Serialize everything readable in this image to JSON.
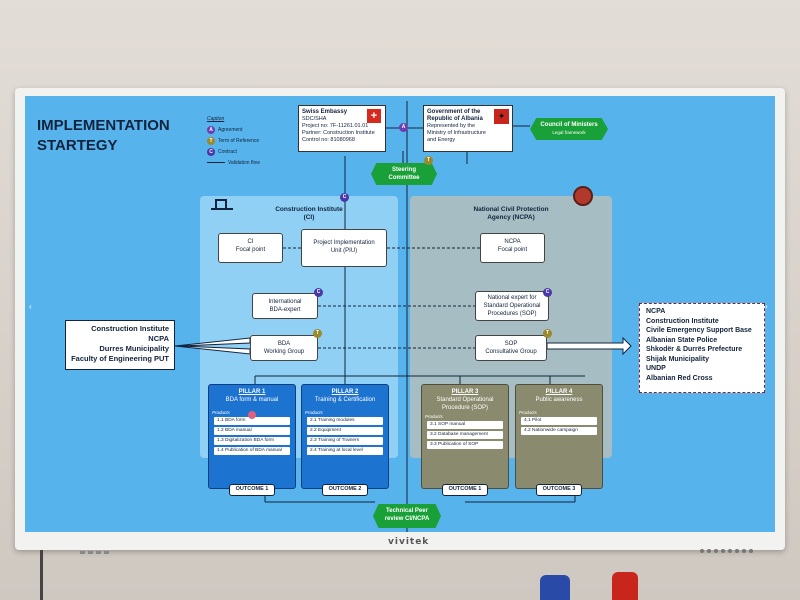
{
  "slide": {
    "title_line1": "IMPLEMENTATION",
    "title_line2": "STARTEGY"
  },
  "caption": {
    "title": "Caption",
    "agreement": "Agreement",
    "term_of_reference": "Term of Reference",
    "contract": "Contract",
    "validation_flow": "Validation flow",
    "letters": {
      "a": "A",
      "t": "T",
      "c": "C"
    }
  },
  "swiss_embassy": {
    "title": "Swiss Embassy",
    "line1": "SDC/SHA",
    "line2": "Project no: 7F-11261.01.01",
    "line3": "Partner: Construction Institute",
    "line4": "Control no: 81080968"
  },
  "government": {
    "title1": "Government of the",
    "title2": "Republic of Albania",
    "line1": "Represented by the",
    "line2": "Ministry of Infrastructure",
    "line3": "and Energy"
  },
  "council": {
    "title": "Council of Ministers",
    "sub": "Legal framework"
  },
  "steering": {
    "line1": "Steering",
    "line2": "Committee"
  },
  "ci_panel": {
    "title1": "Construction Institute",
    "title2": "(CI)"
  },
  "ncpa_panel": {
    "title1": "National Civil Protection",
    "title2": "Agency (NCPA)"
  },
  "ci_focal": {
    "line1": "CI",
    "line2": "Focal point"
  },
  "piu": {
    "line1": "Project Implementation",
    "line2": "Unit (PIU)"
  },
  "ncpa_focal": {
    "line1": "NCPA",
    "line2": "Focal point"
  },
  "bda_expert": {
    "line1": "International",
    "line2": "BDA-expert"
  },
  "sop_expert": {
    "line1": "National expert for",
    "line2": "Standard Operational",
    "line3": "Procedures (SOP)"
  },
  "bda_group": {
    "line1": "BDA",
    "line2": "Working Group"
  },
  "sop_group": {
    "line1": "SOP",
    "line2": "Consultative Group"
  },
  "left_stakeholders": [
    "Construction Institute",
    "NCPA",
    "Durres Municipality",
    "Faculty of Engineering PUT"
  ],
  "right_stakeholders": [
    "NCPA",
    "Construction Institute",
    "Civile Emergency Support Base",
    "Albanian State Police",
    "Shkodër & Durrës Prefecture",
    "Shijak Municipality",
    "UNDP",
    "Albanian Red Cross"
  ],
  "pillars": [
    {
      "head": "PILLAR 1",
      "name1": "BDA form & manual",
      "name2": "",
      "products_label": "Products",
      "items": [
        "1.1 BDA form",
        "1.2 BDA manual",
        "1.3 Digitalization BDA form",
        "1.4 Publication of BDA manual"
      ],
      "outcome": "OUTCOME 1"
    },
    {
      "head": "PILLAR 2",
      "name1": "Training & Certification",
      "name2": "",
      "products_label": "Products",
      "items": [
        "2.1 Training modules",
        "2.2 Equipment",
        "2.3 Training of Trainers",
        "2.4 Training at local level"
      ],
      "outcome": "OUTCOME 2"
    },
    {
      "head": "PILLAR 3",
      "name1": "Standard Operational",
      "name2": "Procedure (SOP)",
      "products_label": "Products",
      "items": [
        "3.1 SOP manual",
        "3.2 Database management",
        "3.3 Publication of SOP"
      ],
      "outcome": "OUTCOME 1"
    },
    {
      "head": "PILLAR 4",
      "name1": "Public awareness",
      "name2": "",
      "products_label": "Products",
      "items": [
        "4.1 Pilot",
        "4.2 Nationwide campaign"
      ],
      "outcome": "OUTCOME 3"
    }
  ],
  "peer_review": {
    "line1": "Technical Peer",
    "line2": "review CI/NCPA"
  },
  "tv": {
    "brand": "vivitek"
  },
  "colors": {
    "screen": "#57b3ec",
    "green": "#1aa038",
    "pillar_blue": "#1d73d0",
    "pillar_grey": "#8a8a6e"
  },
  "icons": [
    "swiss-cross-icon",
    "albania-eagle-icon",
    "ci-logo-icon",
    "ncpa-logo-icon"
  ]
}
